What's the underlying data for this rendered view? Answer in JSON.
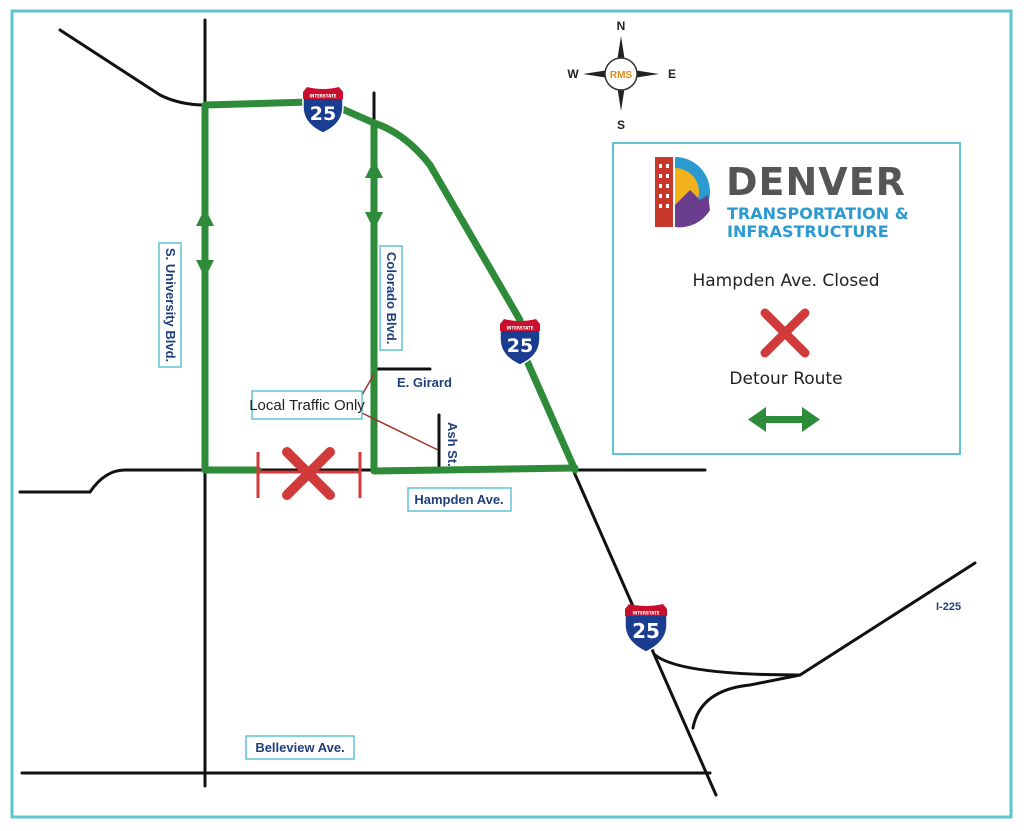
{
  "colors": {
    "frame": "#5fc3d2",
    "road": "#111111",
    "detour": "#2e8b3a",
    "closure": "#d03a3a",
    "label_text": "#1f3f7a",
    "label_box": "#5fc3d2",
    "shield_blue": "#1a3d8f",
    "shield_red": "#c8102e",
    "brand_gray": "#555555",
    "brand_teal": "#2a9ad1"
  },
  "streets": {
    "university": "S. University Blvd.",
    "colorado": "Colorado Blvd.",
    "girard": "E. Girard",
    "ash": "Ash St.",
    "hampden": "Hampden Ave.",
    "belleview": "Belleview Ave.",
    "i225": "I-225"
  },
  "callout": {
    "local_traffic": "Local Traffic Only"
  },
  "shields": {
    "top_label": "INTERSTATE",
    "number": "25"
  },
  "compass": {
    "n": "N",
    "s": "S",
    "e": "E",
    "w": "W",
    "center": "RMS"
  },
  "legend": {
    "brand_title": "DENVER",
    "brand_line1": "TRANSPORTATION &",
    "brand_line2": "INFRASTRUCTURE",
    "closed_label": "Hampden Ave. Closed",
    "detour_label": "Detour Route",
    "closed_icon": "x-icon",
    "detour_icon": "double-arrow-icon"
  }
}
